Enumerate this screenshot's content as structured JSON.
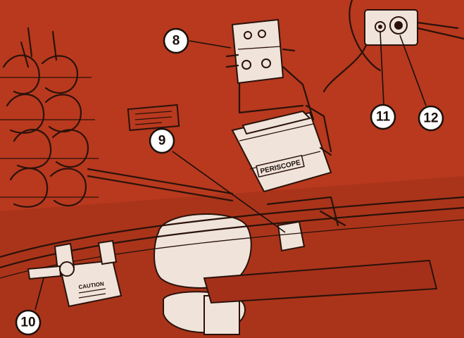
{
  "colors": {
    "background": "#b8391e",
    "line": "#2a120a",
    "part": "#efe3da"
  },
  "callouts": [
    "8",
    "9",
    "10",
    "11",
    "12"
  ],
  "labels": {
    "periscope": "PERISCOPE",
    "caution": "CAUTION"
  }
}
